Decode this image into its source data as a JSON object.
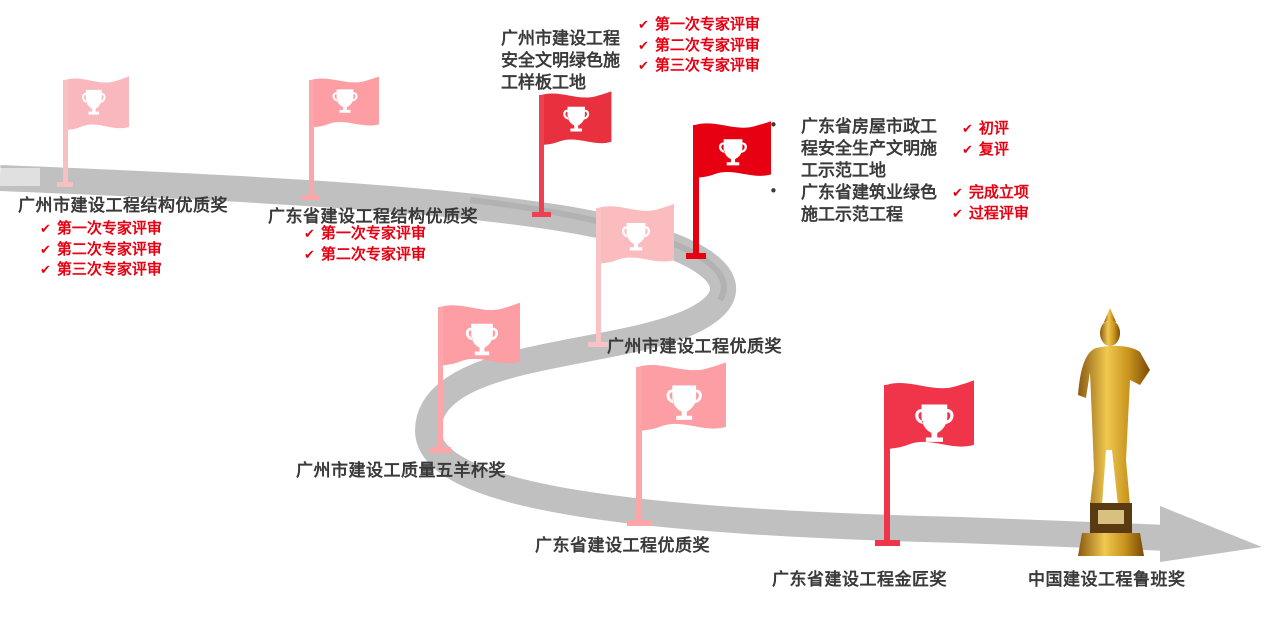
{
  "colors": {
    "road": "#c0c0c0",
    "accent": "#e60012",
    "text": "#3a3a3a",
    "gold": "#c9951e"
  },
  "milestones": [
    {
      "label": "广州市建设工程结构优质奖",
      "checks": [
        "第一次专家评审",
        "第二次专家评审",
        "第三次专家评审"
      ]
    },
    {
      "label": "广东省建设工程结构优质奖",
      "checks": [
        "第一次专家评审",
        "第二次专家评审"
      ]
    },
    {
      "label": "广州市建设工程安全文明绿色施工样板工地",
      "lines": [
        "广州市建设工程",
        "安全文明绿色施",
        "工样板工地"
      ],
      "checks": [
        "第一次专家评审",
        "第二次专家评审",
        "第三次专家评审"
      ]
    },
    {
      "items": [
        {
          "lines": [
            "广东省房屋市政工",
            "程安全生产文明施",
            "工示范工地"
          ],
          "checks": [
            "初评",
            "复评"
          ]
        },
        {
          "lines": [
            "广东省建筑业绿色",
            "施工示范工程"
          ],
          "checks": [
            "完成立项",
            "过程评审"
          ]
        }
      ]
    },
    {
      "label": "广州市建设工程优质奖"
    },
    {
      "label": "广州市建设工质量五羊杯奖"
    },
    {
      "label": "广东省建设工程优质奖"
    },
    {
      "label": "广东省建设工程金匠奖"
    },
    {
      "label": "中国建设工程鲁班奖"
    }
  ],
  "icons": {
    "flag": "flag-icon",
    "trophy": "trophy-icon",
    "check": "check-icon",
    "statue": "luban-statue-icon"
  }
}
